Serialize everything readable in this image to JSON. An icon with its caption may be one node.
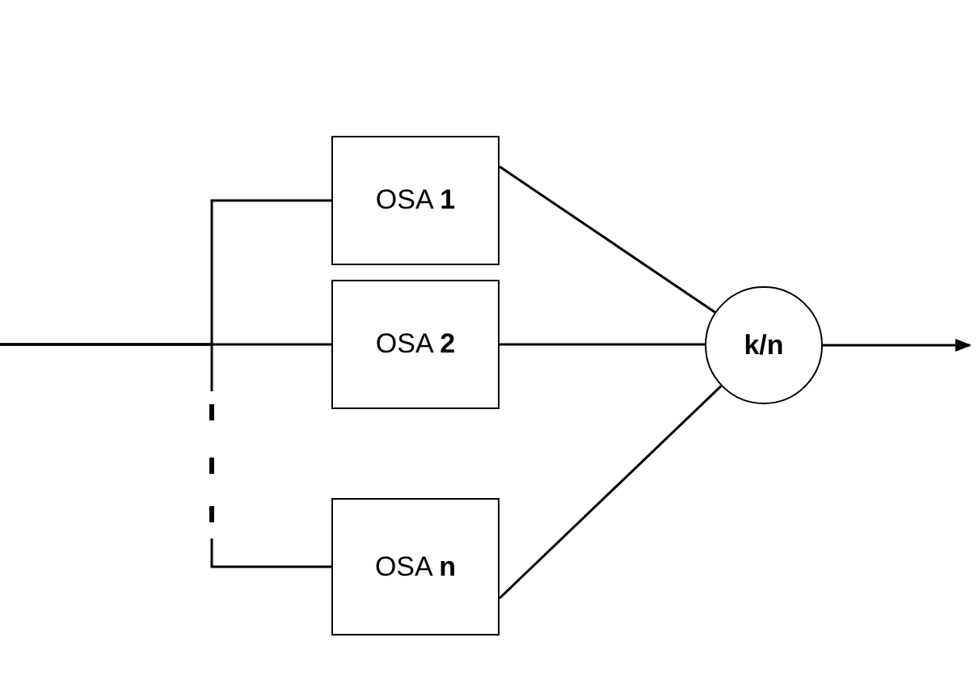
{
  "diagram": {
    "nodes": [
      {
        "text": [
          "OSA **1**"
        ]
      },
      {
        "text": [
          "OSA **2**"
        ]
      },
      {
        "text": [
          "OSA **n**"
        ]
      },
      {
        "text": [
          "k/n"
        ]
      }
    ],
    "edges": [
      {
        "from": null,
        "to": 0,
        "arrow": "none"
      },
      {
        "from": null,
        "to": 1,
        "arrow": "none"
      },
      {
        "from": null,
        "to": 2,
        "arrow": "none"
      },
      {
        "from": 0,
        "to": 3,
        "arrow": "none"
      },
      {
        "from": 1,
        "to": 3,
        "arrow": "none"
      },
      {
        "from": 2,
        "to": 3,
        "arrow": "none"
      },
      {
        "from": 3,
        "to": null,
        "arrow": "to"
      }
    ]
  }
}
